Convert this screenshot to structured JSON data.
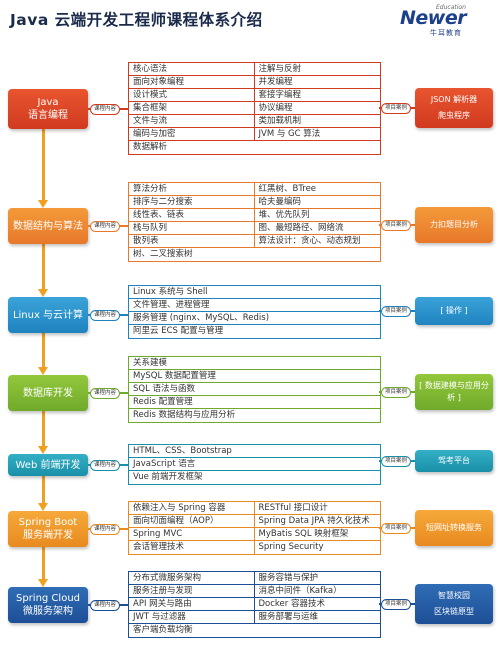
{
  "header": {
    "title": "Java 云端开发工程师课程体系介绍",
    "logo_edu": "Education",
    "logo_main": "Newer",
    "logo_sub": "牛耳教育"
  },
  "colors": {
    "red": "#d13a1f",
    "orange": "#e8782a",
    "blue": "#1f83c0",
    "green": "#6faa2a",
    "teal": "#1a8fa8",
    "amber": "#e88a20",
    "navy": "#1d4f96",
    "spine": "#f0a020"
  },
  "modules": [
    {
      "name": "Java\n语言编程",
      "color": "red",
      "course_tag": "课程内容",
      "project_tag": "项目案例",
      "rows": [
        [
          "核心语法",
          "注解与反射"
        ],
        [
          "面向对象编程",
          "并发编程"
        ],
        [
          "设计模式",
          "套接字编程"
        ],
        [
          "集合框架",
          "协议编程"
        ],
        [
          "文件与流",
          "类加载机制"
        ],
        [
          "编码与加密",
          "JVM 与 GC 算法"
        ],
        [
          "数据解析",
          ""
        ]
      ],
      "projects": [
        "JSON 解析器",
        "爬虫程序"
      ]
    },
    {
      "name": "数据结构与算法",
      "color": "orange",
      "course_tag": "课程内容",
      "project_tag": "项目案例",
      "rows": [
        [
          "算法分析",
          "红黑树、BTree"
        ],
        [
          "排序与二分搜索",
          "哈夫曼编码"
        ],
        [
          "线性表、链表",
          "堆、优先队列"
        ],
        [
          "栈与队列",
          "图、最短路径、网络流"
        ],
        [
          "散列表",
          "算法设计：贪心、动态规划"
        ],
        [
          "树、二叉搜索树",
          ""
        ]
      ],
      "projects": [
        "力扣题目分析"
      ]
    },
    {
      "name": "Linux 与云计算",
      "color": "blue",
      "course_tag": "课程内容",
      "project_tag": "项目案例",
      "rows": [
        [
          "Linux 系统与 Shell"
        ],
        [
          "文件管理、进程管理"
        ],
        [
          "服务管理 (nginx、MySQL、Redis)"
        ],
        [
          "阿里云 ECS 配置与管理"
        ]
      ],
      "projects": [
        "[ 操作 ]"
      ]
    },
    {
      "name": "数据库开发",
      "color": "green",
      "course_tag": "课程内容",
      "project_tag": "项目案例",
      "rows": [
        [
          "关系建模"
        ],
        [
          "MySQL 数据配置管理"
        ],
        [
          "SQL 语法与函数"
        ],
        [
          "Redis 配置管理"
        ],
        [
          "Redis 数据结构与应用分析"
        ]
      ],
      "projects": [
        "[ 数据建模与应用分",
        "析 ]"
      ]
    },
    {
      "name": "Web 前端开发",
      "color": "teal",
      "course_tag": "课程内容",
      "project_tag": "项目案例",
      "rows": [
        [
          "HTML、CSS、Bootstrap"
        ],
        [
          "JavaScript 语言"
        ],
        [
          "Vue 前端开发框架"
        ]
      ],
      "projects": [
        "驾考平台"
      ]
    },
    {
      "name": "Spring Boot\n服务端开发",
      "color": "amber",
      "course_tag": "课程内容",
      "project_tag": "项目案例",
      "rows": [
        [
          "依赖注入与 Spring 容器",
          "RESTful 接口设计"
        ],
        [
          "面向切面编程（AOP）",
          "Spring Data JPA 持久化技术"
        ],
        [
          "Spring MVC",
          "MyBatis SQL 映射框架"
        ],
        [
          "会话管理技术",
          "Spring Security"
        ]
      ],
      "projects": [
        "短网址转换服务"
      ]
    },
    {
      "name": "Spring Cloud\n微服务架构",
      "color": "navy",
      "course_tag": "课程内容",
      "project_tag": "项目案例",
      "rows": [
        [
          "分布式微服务架构",
          "服务容错与保护"
        ],
        [
          "服务注册与发现",
          "消息中间件（Kafka）"
        ],
        [
          "API 网关与路由",
          "Docker 容器技术"
        ],
        [
          "JWT 与过滤器",
          "服务部署与运维"
        ],
        [
          "客户端负载均衡",
          ""
        ]
      ],
      "projects": [
        "智慧校园",
        "区块链原型"
      ]
    }
  ]
}
